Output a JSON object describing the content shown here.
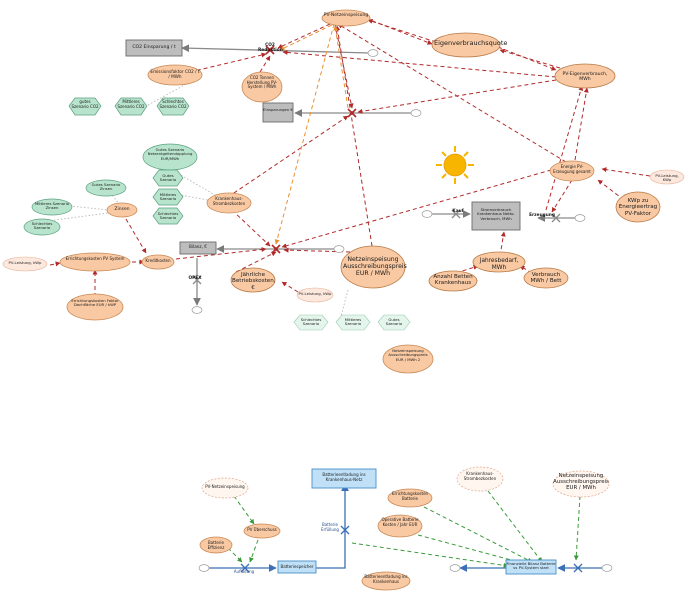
{
  "nodes": {
    "pv_netzeinspeisung": "PV-Netzeinspeisung",
    "eigenverbrauchsquote": "Eigenverbrauchsquote",
    "pv_eigenverbrauch": "PV-Eigenverbrauch, MWh",
    "co2_einsparung": "CO2 Einsparung / t",
    "co2_reduktion": "CO2 Reduktion",
    "emissionsfaktor": "Emissionsfaktor CO2 / t / MWh",
    "co2_tonnen": "CO2 Tonnen Herstellung PV-System / MWh",
    "gutes_co2": "gutes Szenario CO2",
    "mittleres_co2": "Mittleres Szenario CO2",
    "schlechtes_co2": "Schlechtes Szenario CO2",
    "einsparungen": "Einsparungen €",
    "gutes_netz": "Gutes Szenario Netzentgeltendopplung EUR/MWh",
    "gutes_szen": "Gutes Szenario",
    "mittleres_szen": "Mittleres Szenario",
    "schlechtes_szen": "Schlechtes Szenario",
    "krankenhaus_strom": "Krankenhaus-Strombezkosten",
    "gutes_zinsen": "Gutes Szenario Zinsen",
    "zinsen": "Zinsen",
    "mittleres_zinsen": "Mittleres Szenario Zinsen",
    "schlechtes_szen2": "Schlechtes Szenario",
    "energie_pv": "Energie PV-Erzeugung gesamt",
    "pv_leistung_kwp_right": "PV-Leistung, KWp",
    "kwp_energie": "KWp zu Energieertrag PV-Faktor",
    "stromverbrauch_stock": "Stromverbrauch Krankenhaus Netto-Verbrauch, MWh",
    "kauf": "Kauf",
    "erzeugung": "Erzeugung",
    "bilanz": "Bilanz, €",
    "pv_leistung_kwp_left": "PV-Leistung, kWp",
    "errichtungskosten_pv": "Errichtungskosten PV System",
    "kreditkosten": "Kreditkosten",
    "errichtungskosten_faktor": "Errichtungskosten Faktor Dachfläche EUR / kWP",
    "jaehrliche_betriebskosten": "Jährliche Betriebskosten, €",
    "opex": "OPEX",
    "pv_leistung_kwp_mid": "PV-Leistung, kWp",
    "netzeinspeisung_preis": "Netzeinspeisung Ausschreibungspreis EUR / MWh",
    "jahresbedarf": "Jahresbedarf, MWh",
    "anzahl_betten": "Anzahl Betten Krankenhaus",
    "verbrauch_bett": "Verbrauch MWh / Bett",
    "schlechtes_b": "Schlechtes Szenario",
    "mittleres_b": "Mittleres Szenario",
    "gutes_b": "Gutes Szenario",
    "netzeinspeisung_x": "Netzeinspeisung Ausschreibungspreis EUR / MWh 2",
    "b_pv_netzeinspeisung": "PV-Netzeinspeisung",
    "batterieentladung_netz": "Batterieentladung ins Krankenhaus-Netz",
    "krankenhaus_ghost": "Krankenhaus-Strombezkosten",
    "netzeinspeisung_ghost": "Netzeinspeisung Ausschreibungspreis EUR / MWh",
    "batterie_effizienz": "Batterie Effizienz",
    "pv_ueberschuss": "PV Überschuss",
    "batterie_erfuellung": "Batterie Erfüllung",
    "errichtungskosten_batterie": "Errichtungskosten Batterie",
    "operative_batterie": "Operative Batterie Kosten / Jahr EUR",
    "aufladung": "Aufladung",
    "batteriespeicher": "Batteriespeicher",
    "batterieentladung_kh": "Batterieentladung ins Krankenhaus",
    "finanzielle_bilanz": "Finanzielle Bilanz Batterie vs PV-System start"
  },
  "colors": {
    "red_link": "#b22a2a",
    "orange_link": "#e8902f",
    "green_link": "#3a9a3a",
    "gray_flow": "#8a8a8a",
    "blue_flow": "#3a6fb5",
    "sun": "#f7b500"
  }
}
